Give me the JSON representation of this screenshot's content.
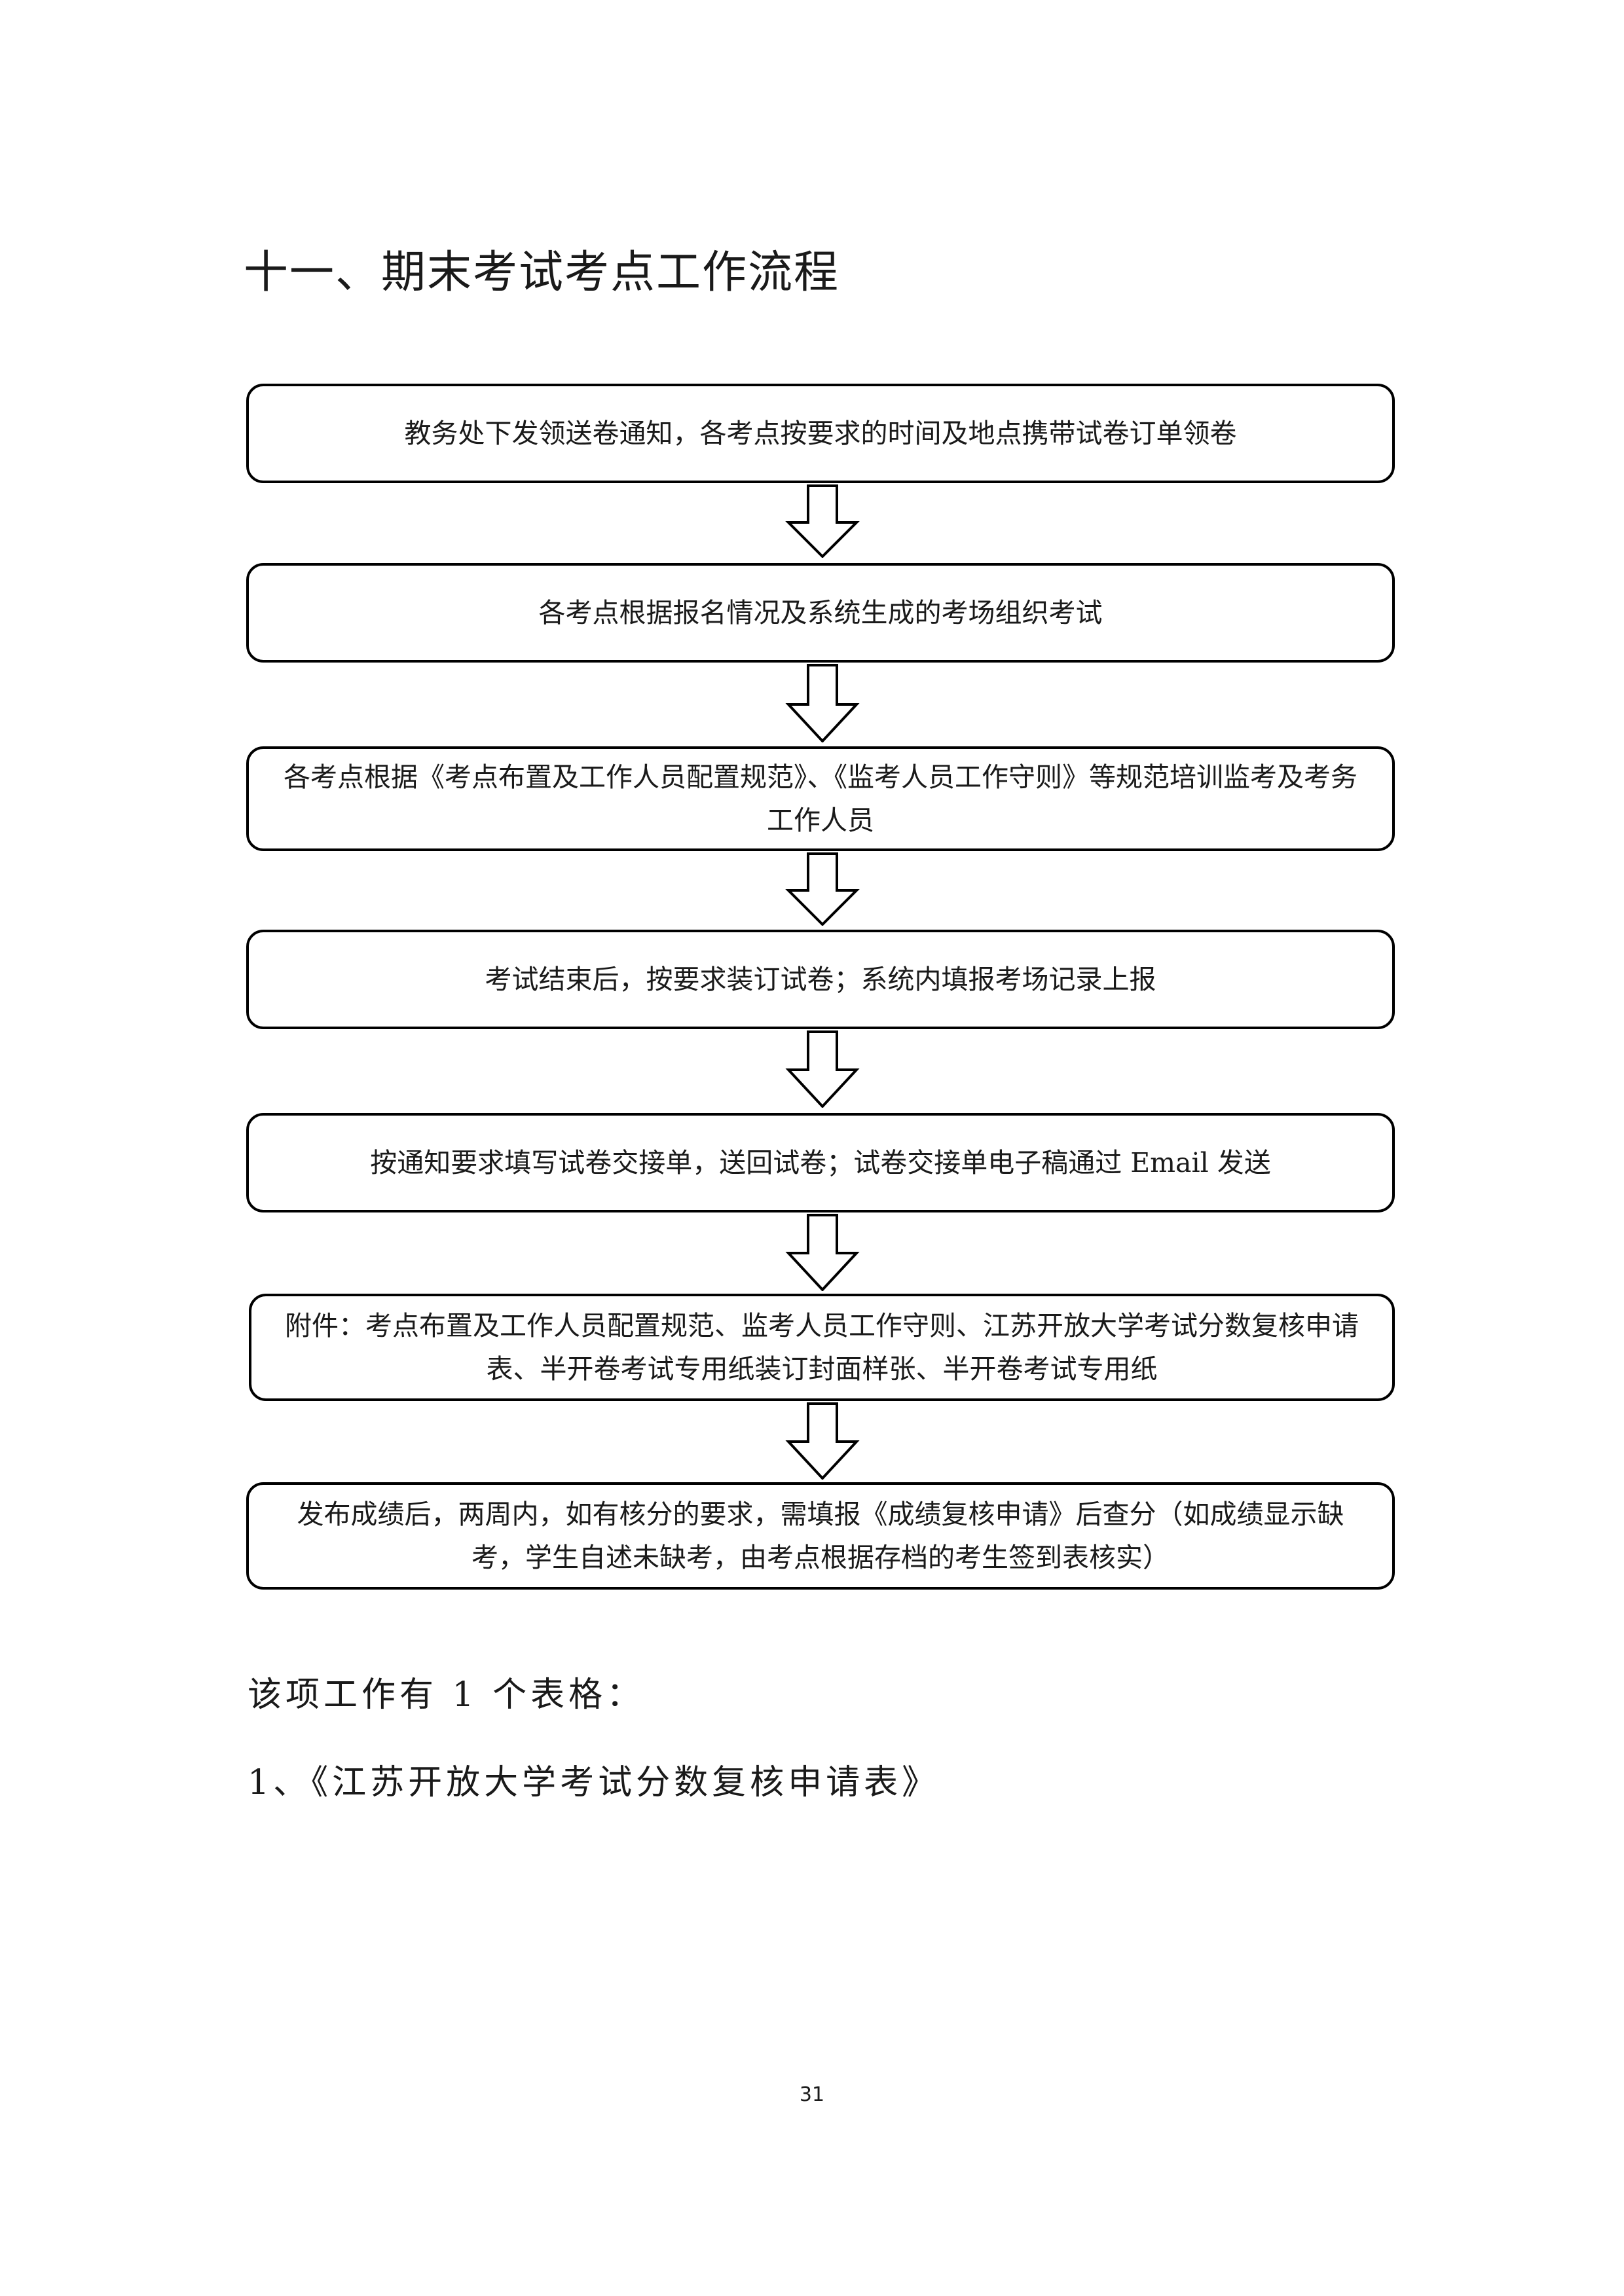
{
  "title": "十一、期末考试考点工作流程",
  "flow_steps": [
    "教务处下发领送卷通知，各考点按要求的时间及地点携带试卷订单领卷",
    "各考点根据报名情况及系统生成的考场组织考试",
    "各考点根据《考点布置及工作人员配置规范》、《监考人员工作守则》等规范培训监考及考务工作人员",
    "考试结束后，按要求装订试卷；系统内填报考场记录上报",
    "按通知要求填写试卷交接单，送回试卷；试卷交接单电子稿通过 Email 发送",
    "附件：考点布置及工作人员配置规范、监考人员工作守则、江苏开放大学考试分数复核申请表、半开卷考试专用纸装订封面样张、半开卷考试专用纸",
    "发布成绩后，两周内，如有核分的要求，需填报《成绩复核申请》后查分（如成绩显示缺考，学生自述未缺考，由考点根据存档的考生签到表核实）"
  ],
  "form_intro": "该项工作有 1 个表格：",
  "form_item": "1、《江苏开放大学考试分数复核申请表》",
  "page_number": "31"
}
